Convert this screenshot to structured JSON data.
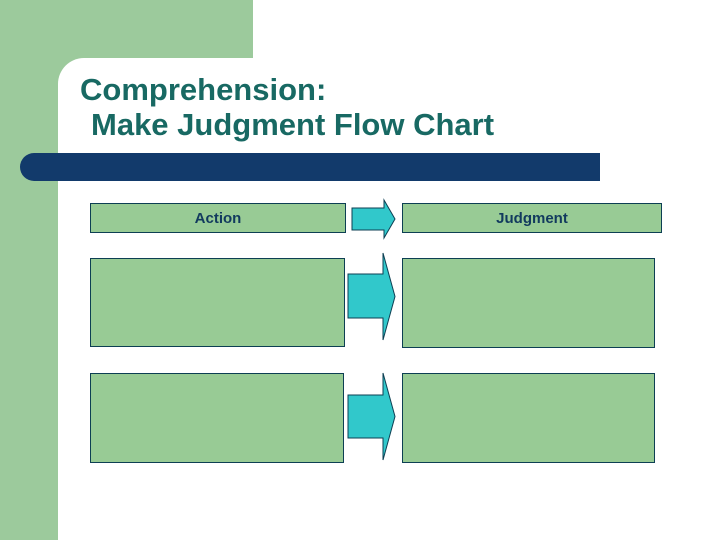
{
  "slide": {
    "title": {
      "line1": "Comprehension:",
      "line2": "Make Judgment Flow Chart"
    },
    "flow_chart": {
      "column_headers": [
        {
          "label": "Action"
        },
        {
          "label": "Judgment"
        }
      ],
      "rows": [
        {
          "action": "",
          "judgment": ""
        },
        {
          "action": "",
          "judgment": ""
        }
      ]
    },
    "colors": {
      "background_accent_green": "#9cca9c",
      "cell_fill_green": "#98cb95",
      "arrow_teal": "#31c8cb",
      "title_bar_navy": "#123a6b",
      "title_text_teal": "#186963",
      "cell_border_dark": "#0d3f53",
      "header_text_navy": "#123a5e",
      "canvas_white": "#ffffff"
    }
  }
}
